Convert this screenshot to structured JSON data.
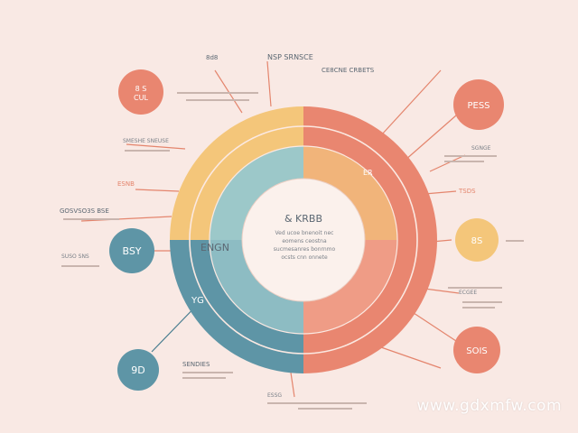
{
  "colors": {
    "background": "#f9e9e4",
    "coral": "#e98670",
    "coral_light": "#ef9c86",
    "yellow": "#f4c67a",
    "teal": "#5e95a6",
    "teal_light": "#9cc8c9",
    "center_fill": "#fbf1ec",
    "line": "#e4856d",
    "line_dark": "#4a7e90",
    "text_dark": "#5b6772"
  },
  "diagram": {
    "center_title": "& KRBB",
    "center_caption": "Ved ucoe bnenoit nec eomens ceostna sucmesanres bonrnmo ocsts cnn onnete",
    "inner_labels": {
      "left": "ENGN",
      "bottom_left": "YG",
      "upper_right": "ER"
    },
    "bubbles": [
      {
        "id": "top-left",
        "label": "8 S\nCUL",
        "color": "#e98670"
      },
      {
        "id": "mid-left",
        "label": "BSY",
        "color": "#5e95a6"
      },
      {
        "id": "bottom-left",
        "label": "9D",
        "color": "#5e95a6"
      },
      {
        "id": "top-right",
        "label": "PESS",
        "color": "#e98670"
      },
      {
        "id": "mid-right",
        "label": "8S",
        "color": "#f4c67a"
      },
      {
        "id": "bottom-right",
        "label": "SOIS",
        "color": "#e98670"
      }
    ],
    "callouts": {
      "top_1": "8d8",
      "top_2": "NSP SRNSCE",
      "top_3": "CE8CNE CRBETS",
      "left_1": "SMESHE SNEUSE",
      "left_2": "ESNB",
      "left_3": "GOSVSO3S BSE",
      "left_4": "SUSO SNS",
      "left_5": "SENDIES",
      "right_1": "SGNGE",
      "right_2": "TSDS",
      "right_3": "ECGEE",
      "right_4": "ESSG"
    }
  },
  "watermark": "www.gdxmfw.com"
}
